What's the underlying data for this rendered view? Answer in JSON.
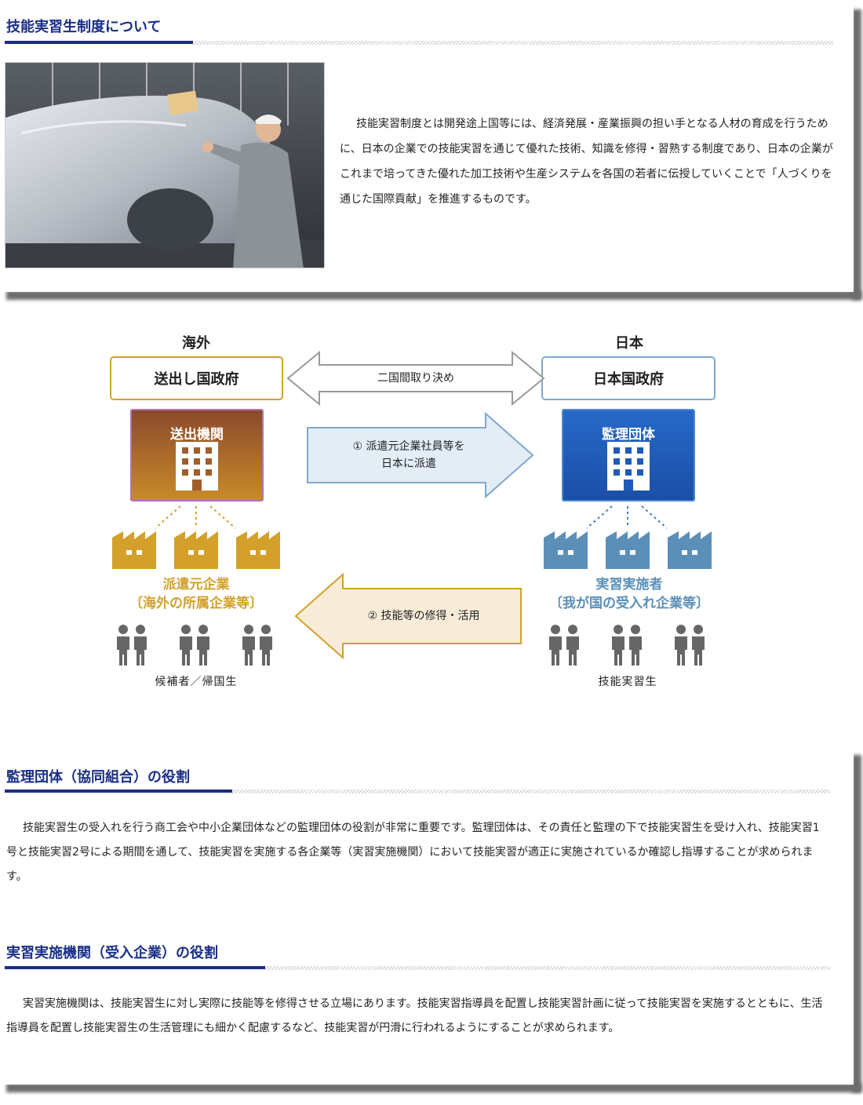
{
  "intro": {
    "title": "技能実習生制度について",
    "photo_alt": "自動車工場で車体を確認する技能実習生",
    "text": "技能実習制度とは開発途上国等には、経済発展・産業振興の担い手となる人材の育成を行うために、日本の企業での技能実習を通じて優れた技術、知識を修得・習熟する制度であり、日本の企業がこれまで培ってきた優れた加工技術や生産システムを各国の若者に伝授していくことで「人づくりを通じた国際貢献」を推進するものです。"
  },
  "diagram": {
    "left_heading": "海外",
    "right_heading": "日本",
    "left_gov": "送出し国政府",
    "right_gov": "日本国政府",
    "gov_arrow_label": "二国間取り決め",
    "left_org": "送出機関",
    "right_org": "監理団体",
    "arrow1_line1": "① 派遣元企業社員等を",
    "arrow1_line2": "日本に派遣",
    "arrow2_label": "② 技能等の修得・活用",
    "left_company_line1": "派遣元企業",
    "left_company_line2": "〔海外の所属企業等〕",
    "right_company_line1": "実習実施者",
    "right_company_line2": "〔我が国の受入れ企業等〕",
    "left_people": "候補者／帰国生",
    "right_people": "技能実習生",
    "colors": {
      "left_accent": "#d2a02b",
      "left_org_top": "#8b4a2b",
      "left_org_bottom": "#c98a2a",
      "right_accent": "#5b8fb8",
      "right_org_top": "#2769c8",
      "right_org_bottom": "#1b4fa8",
      "arrow1_fill": "#e3edf6",
      "arrow2_fill": "#f8ecd8",
      "people": "#666666"
    }
  },
  "supervising": {
    "title": "監理団体（協同組合）の役割",
    "text": "技能実習生の受入れを行う商工会や中小企業団体などの監理団体の役割が非常に重要です。監理団体は、その責任と監理の下で技能実習生を受け入れ、技能実習1号と技能実習2号による期間を通して、技能実習を実施する各企業等（実習実施機関）において技能実習が適正に実施されているか確認し指導することが求められます。"
  },
  "implementing": {
    "title": "実習実施機関（受入企業）の役割",
    "text": "実習実施機関は、技能実習生に対し実際に技能等を修得させる立場にあります。技能実習指導員を配置し技能実習計画に従って技能実習を実施するとともに、生活指導員を配置し技能実習生の生活管理にも細かく配慮するなど、技能実習が円滑に行われるようにすることが求められます。"
  }
}
